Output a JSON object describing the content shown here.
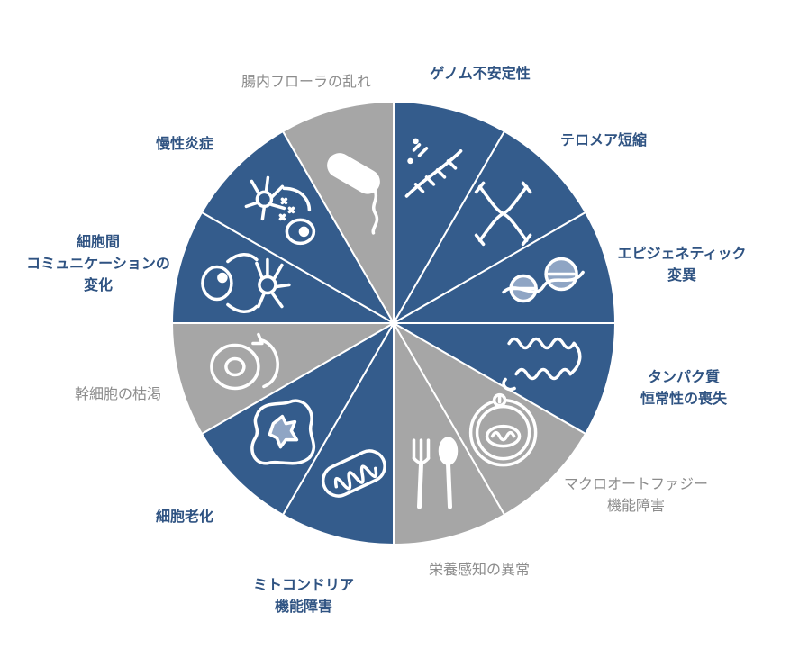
{
  "colors": {
    "blue": "#345c8c",
    "gray": "#a6a6a6",
    "label_blue": "#2f5382",
    "label_gray": "#8c8c8c"
  },
  "segments": [
    {
      "lines": [
        "ゲノム不安定性"
      ],
      "color": "blue",
      "icon": "dna-icon"
    },
    {
      "lines": [
        "テロメア短縮"
      ],
      "color": "blue",
      "icon": "chromosome-icon"
    },
    {
      "lines": [
        "エピジェネティック",
        "変異"
      ],
      "color": "blue",
      "icon": "histone-icon"
    },
    {
      "lines": [
        "タンパク質",
        "恒常性の喪失"
      ],
      "color": "blue",
      "icon": "protein-coil-icon"
    },
    {
      "lines": [
        "マクロオートファジー",
        "機能障害"
      ],
      "color": "gray",
      "icon": "autophagosome-icon"
    },
    {
      "lines": [
        "栄養感知の異常"
      ],
      "color": "gray",
      "icon": "fork-spoon-icon"
    },
    {
      "lines": [
        "ミトコンドリア",
        "機能障害"
      ],
      "color": "blue",
      "icon": "mitochondria-icon"
    },
    {
      "lines": [
        "細胞老化"
      ],
      "color": "blue",
      "icon": "senescent-cell-icon"
    },
    {
      "lines": [
        "幹細胞の枯渇"
      ],
      "color": "gray",
      "icon": "stem-cell-icon"
    },
    {
      "lines": [
        "細胞間",
        "コミュニケーションの",
        "変化"
      ],
      "color": "blue",
      "icon": "cell-communication-icon"
    },
    {
      "lines": [
        "慢性炎症"
      ],
      "color": "blue",
      "icon": "inflammation-icon"
    },
    {
      "lines": [
        "腸内フローラの乱れ"
      ],
      "color": "gray",
      "icon": "bacterium-icon"
    }
  ]
}
